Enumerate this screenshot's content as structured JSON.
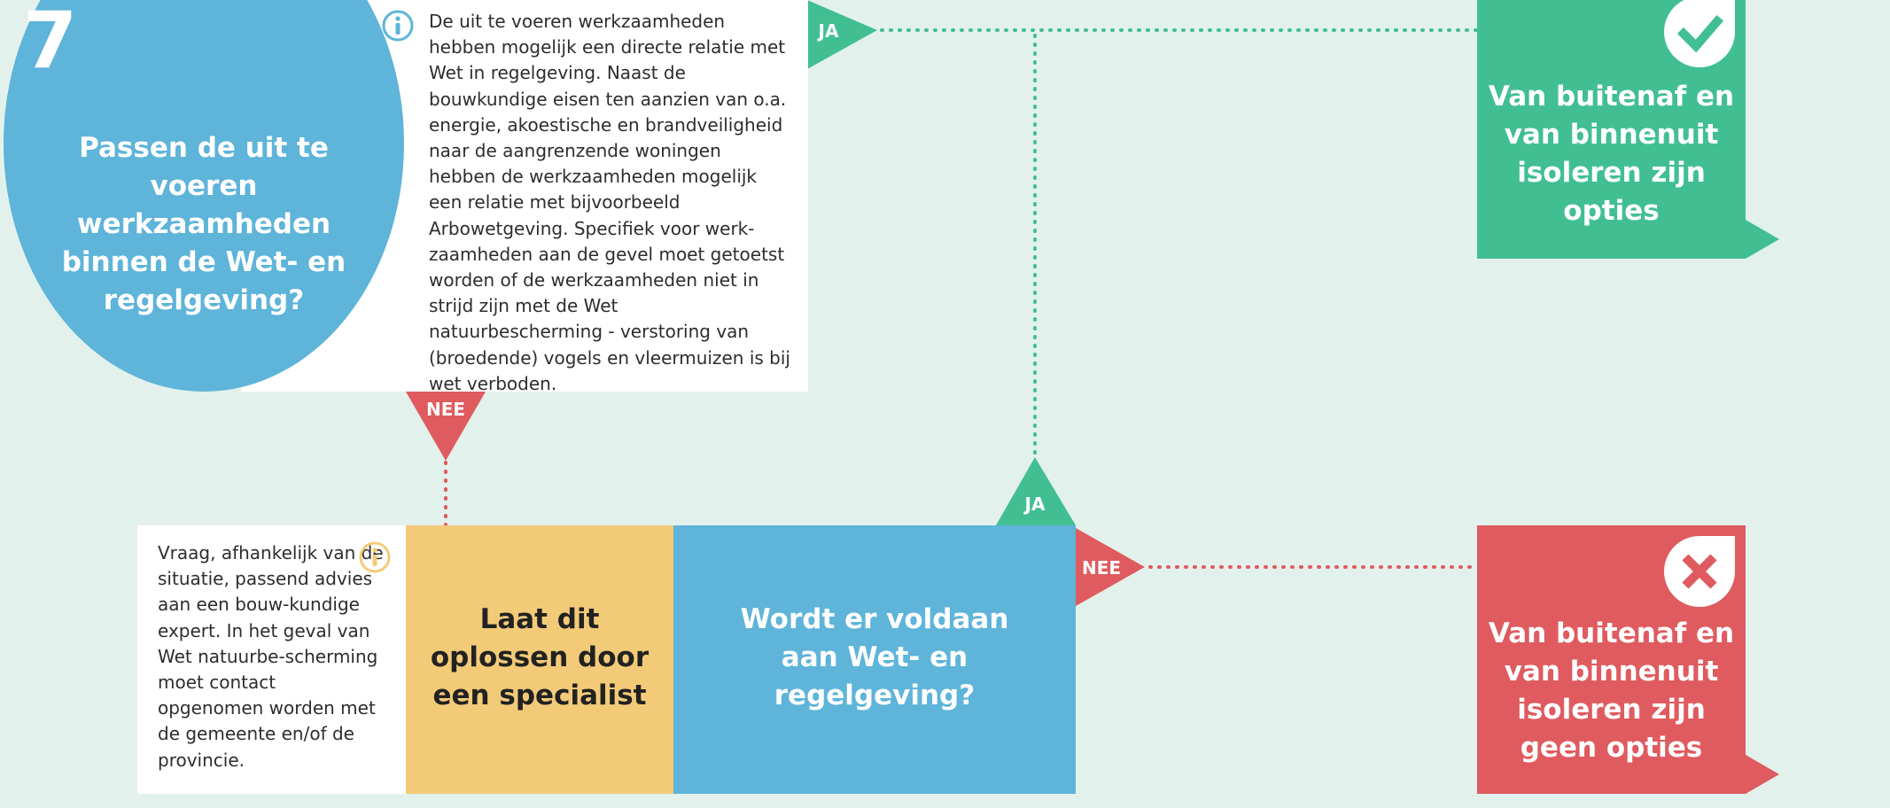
{
  "step": {
    "number": "7",
    "question": "Passen de uit te voeren werkzaamheden binnen de Wet- en regelgeving?",
    "info_text": "De uit te voeren werkzaamheden hebben mogelijk een directe relatie met Wet in regelgeving. Naast de bouwkundige eisen ten aanzien van o.a. energie, akoestische en brandveiligheid naar de aangrenzende woningen hebben de werkzaamheden mogelijk een relatie met bijvoorbeeld Arbowetgeving. Specifiek voor werk-zaamheden aan de gevel moet getoetst worden of de werkzaamheden niet in strijd zijn met de Wet natuurbescherming - verstoring van (broedende) vogels en vleermuizen is bij wet verboden."
  },
  "specialist": {
    "label": "Laat dit oplossen door een specialist",
    "info_text": "Vraag, afhankelijk van de situatie, passend advies aan een bouw-kundige expert. In het geval van Wet natuurbe-scherming moet contact opgenomen worden met de gemeente en/of de provincie."
  },
  "check": {
    "question": "Wordt er voldaan aan Wet- en regelgeving?"
  },
  "outcomes": {
    "positive": "Van buitenaf en van binnenuit isoleren zijn opties",
    "negative": "Van buitenaf en van binnenuit isoleren zijn geen opties"
  },
  "labels": {
    "yes": "JA",
    "no": "NEE"
  },
  "icons": {
    "info": "info-icon",
    "check": "checkmark-icon",
    "cross": "cross-icon"
  },
  "colors": {
    "background": "#e3f1ec",
    "blue": "#5eb4d9",
    "green": "#41bf93",
    "red": "#df5b5f",
    "yellow": "#f3cb78",
    "info_icon_blue": "#5eb4d9",
    "info_icon_yellow": "#f3cb78"
  }
}
